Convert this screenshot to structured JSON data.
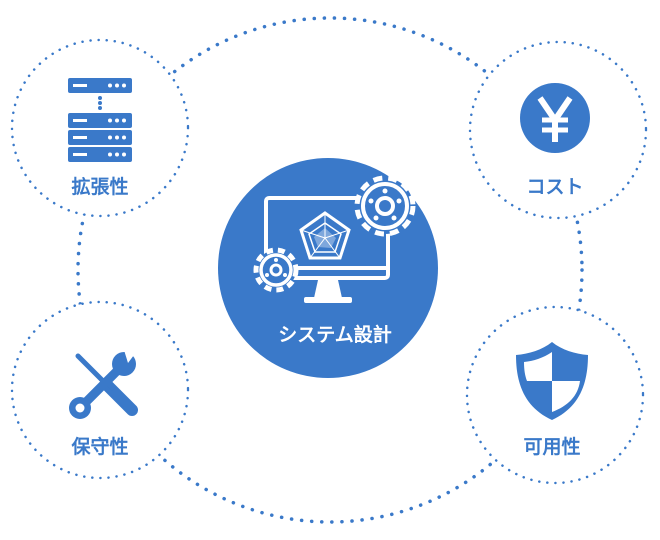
{
  "center": {
    "label": "システム設計",
    "icon": "monitor-gears-radar-icon"
  },
  "nodes": [
    {
      "id": "scalability",
      "label": "拡張性",
      "icon": "server-rack-icon"
    },
    {
      "id": "cost",
      "label": "コスト",
      "icon": "yen-icon"
    },
    {
      "id": "maintainability",
      "label": "保守性",
      "icon": "wrench-screwdriver-icon"
    },
    {
      "id": "availability",
      "label": "可用性",
      "icon": "shield-icon"
    }
  ],
  "colors": {
    "accent": "#3a79c9",
    "dotted": "#3a79c9",
    "background": "#ffffff"
  }
}
